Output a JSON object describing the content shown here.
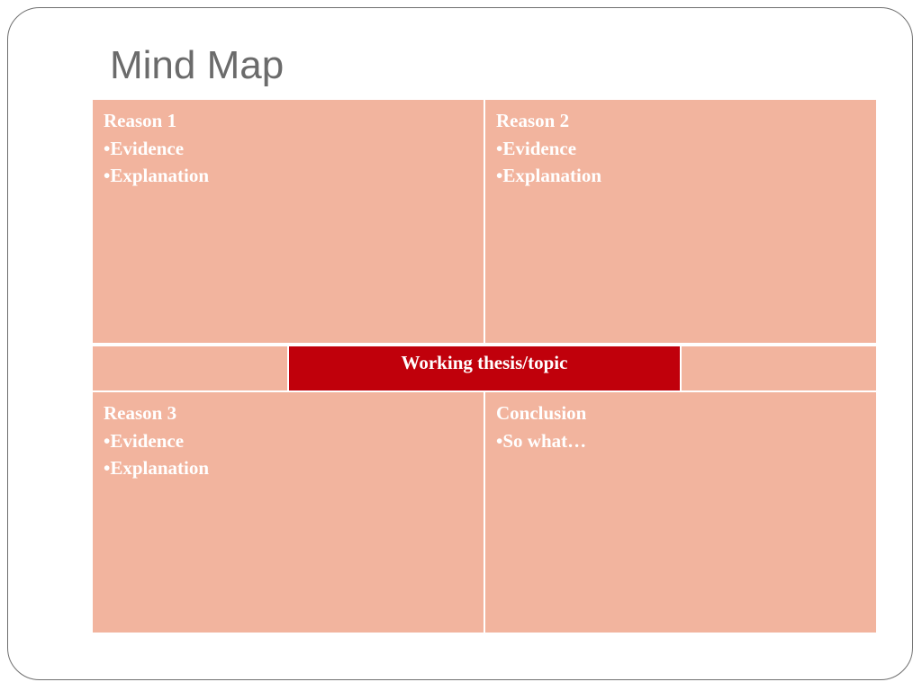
{
  "slide": {
    "title": "Mind Map"
  },
  "colors": {
    "cell_fill": "#f2b49e",
    "thesis_fill": "#c0000b",
    "title_text": "#6b6b6b",
    "cell_text": "#ffffff"
  },
  "mind_map": {
    "reason1": {
      "heading": "Reason 1",
      "items": [
        "•Evidence",
        "•Explanation"
      ]
    },
    "reason2": {
      "heading": "Reason 2",
      "items": [
        "•Evidence",
        "•Explanation"
      ]
    },
    "reason3": {
      "heading": "Reason 3",
      "items": [
        "•Evidence",
        "•Explanation"
      ]
    },
    "conclusion": {
      "heading": "Conclusion",
      "items": [
        "•So what…"
      ]
    },
    "center": {
      "label": "Working thesis/topic"
    }
  }
}
